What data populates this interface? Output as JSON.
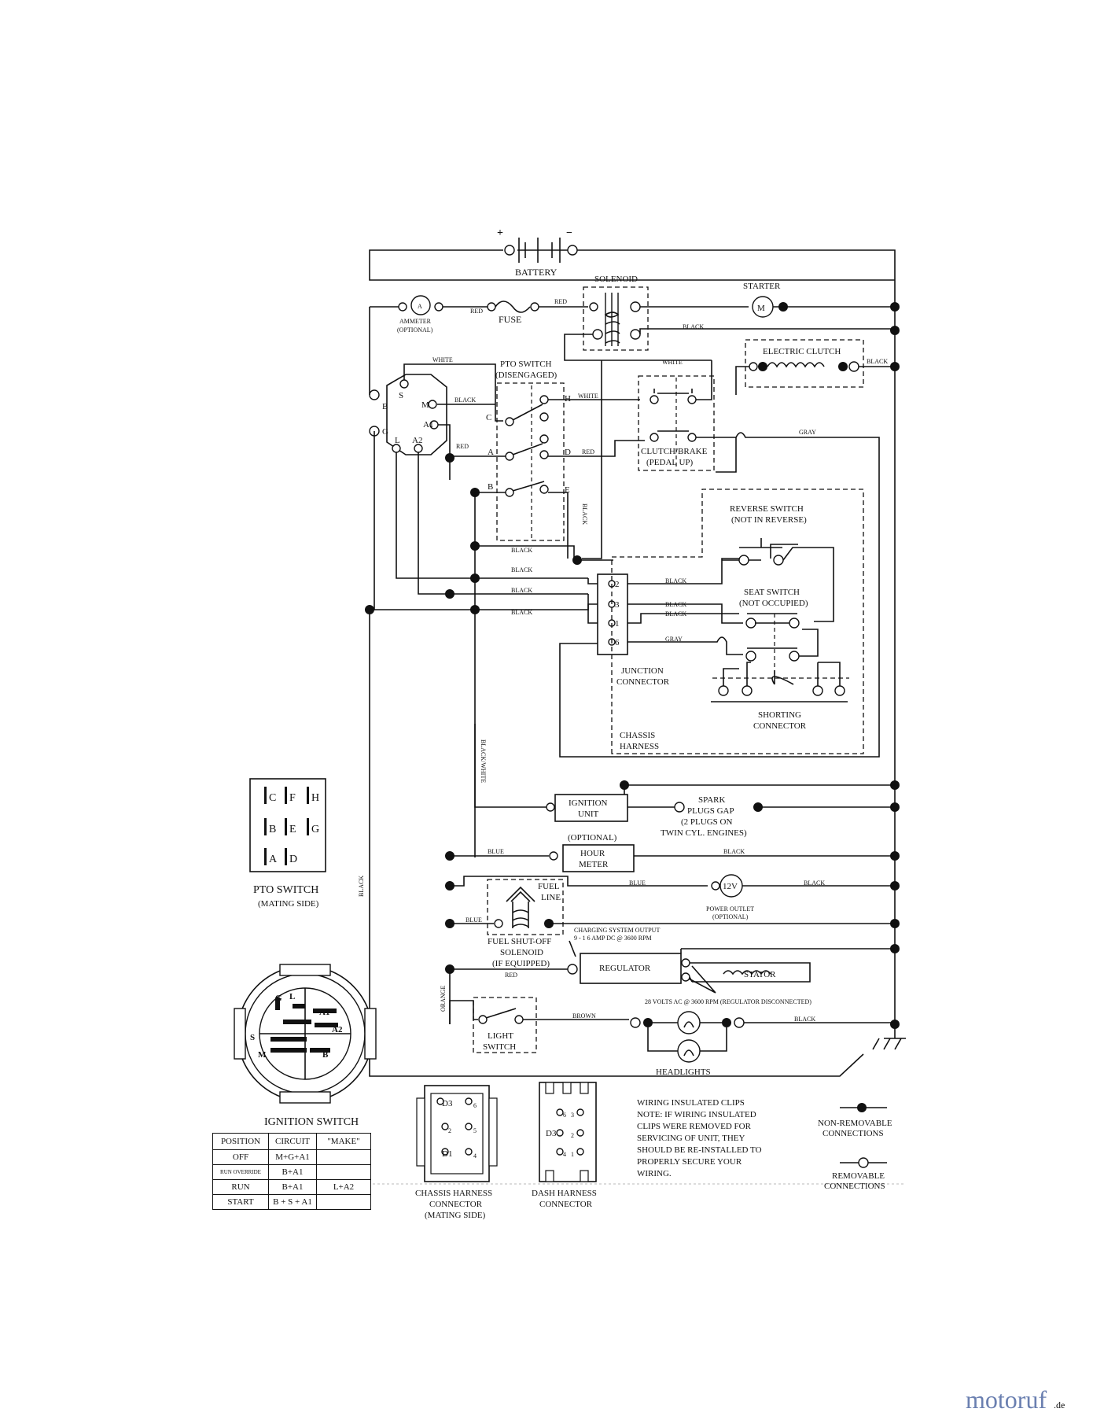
{
  "labels": {
    "battery": "BATTERY",
    "plus": "+",
    "minus": "−",
    "solenoid": "SOLENOID",
    "starter": "STARTER",
    "starter_m": "M",
    "ammeter": "AMMETER",
    "ammeter_opt": "(OPTIONAL)",
    "ammeter_a": "A",
    "fuse": "FUSE",
    "electric_clutch": "ELECTRIC CLUTCH",
    "pto_switch": "PTO SWITCH",
    "pto_disengaged": "(DISENGAGED)",
    "clutch_brake": "CLUTCH/BRAKE",
    "pedal_up": "(PEDAL UP)",
    "reverse_switch": "REVERSE SWITCH",
    "not_in_reverse": "(NOT IN REVERSE)",
    "seat_switch": "SEAT SWITCH",
    "not_occupied": "(NOT OCCUPIED)",
    "junction": "JUNCTION",
    "connector": "CONNECTOR",
    "shorting": "SHORTING",
    "chassis": "CHASSIS",
    "harness": "HARNESS",
    "ignition_unit_1": "IGNITION",
    "ignition_unit_2": "UNIT",
    "spark_1": "SPARK",
    "spark_2": "PLUGS GAP",
    "spark_3": "(2 PLUGS ON",
    "spark_4": "TWIN CYL. ENGINES)",
    "optional": "(OPTIONAL)",
    "hour": "HOUR",
    "meter": "METER",
    "fuel_line_1": "FUEL",
    "fuel_line_2": "LINE",
    "power_12v": "12V",
    "power_outlet": "POWER OUTLET",
    "power_outlet_opt": "(OPTIONAL)",
    "fuel_shutoff_1": "FUEL SHUT-OFF",
    "fuel_shutoff_2": "SOLENOID",
    "fuel_shutoff_3": "(IF EQUIPPED)",
    "charging_1": "CHARGING SYSTEM OUTPUT",
    "charging_2": "9 - 1 6 AMP DC @ 3600 RPM",
    "regulator": "REGULATOR",
    "stator": "STATOR",
    "volts_ac": "28 VOLTS AC @ 3600 RPM (REGULATOR DISCONNECTED)",
    "light_1": "LIGHT",
    "light_2": "SWITCH",
    "headlights": "HEADLIGHTS",
    "pto_mating_1": "PTO SWITCH",
    "pto_mating_2": "(MATING SIDE)",
    "ignition_switch": "IGNITION SWITCH",
    "chassis_conn_1": "CHASSIS HARNESS",
    "chassis_conn_2": "CONNECTOR",
    "chassis_conn_3": "(MATING SIDE)",
    "dash_conn_1": "DASH HARNESS",
    "dash_conn_2": "CONNECTOR",
    "clips_1": "WIRING INSULATED CLIPS",
    "clips_2": "NOTE:  IF WIRING INSULATED",
    "clips_3": "CLIPS WERE REMOVED FOR",
    "clips_4": "SERVICING OF UNIT, THEY",
    "clips_5": "SHOULD BE RE-INSTALLED TO",
    "clips_6": "PROPERLY SECURE YOUR",
    "clips_7": "WIRING.",
    "nonrem_1": "NON-REMOVABLE",
    "nonrem_2": "CONNECTIONS",
    "rem_1": "REMOVABLE",
    "rem_2": "CONNECTIONS",
    "brand_main": "motoruf",
    "brand_tld": ".de"
  },
  "wire_colors": {
    "red": "RED",
    "black": "BLACK",
    "white": "WHITE",
    "gray": "GRAY",
    "blue": "BLUE",
    "brown": "BROWN",
    "orange": "ORANGE",
    "black_white": "BLACK/WHITE"
  },
  "ignition_terminals": [
    "S",
    "M",
    "B",
    "G",
    "L",
    "A2",
    "A1"
  ],
  "pto_terminals": [
    "C",
    "H",
    "A",
    "D",
    "B",
    "E"
  ],
  "junction_pins": [
    "2",
    "3",
    "1",
    "6"
  ],
  "pto_mating_grid": [
    [
      "C",
      "F",
      "H"
    ],
    [
      "B",
      "E",
      "G"
    ],
    [
      "A",
      "D",
      ""
    ]
  ],
  "ignition_face_terminals": [
    "G",
    "L",
    "A1",
    "A2",
    "S",
    "M",
    "B"
  ],
  "chassis_connector_pins": [
    "D3",
    "6",
    "2",
    "5",
    "D1",
    "4"
  ],
  "dash_connector_pins": [
    "6",
    "3",
    "D3",
    "2",
    "4",
    "1"
  ],
  "ignition_table": {
    "headers": [
      "POSITION",
      "CIRCUIT",
      "\"MAKE\""
    ],
    "rows": [
      [
        "OFF",
        "M+G+A1",
        ""
      ],
      [
        "RUN OVERRIDE",
        "B+A1",
        ""
      ],
      [
        "RUN",
        "B+A1",
        "L+A2"
      ],
      [
        "START",
        "B + S + A1",
        ""
      ]
    ]
  }
}
